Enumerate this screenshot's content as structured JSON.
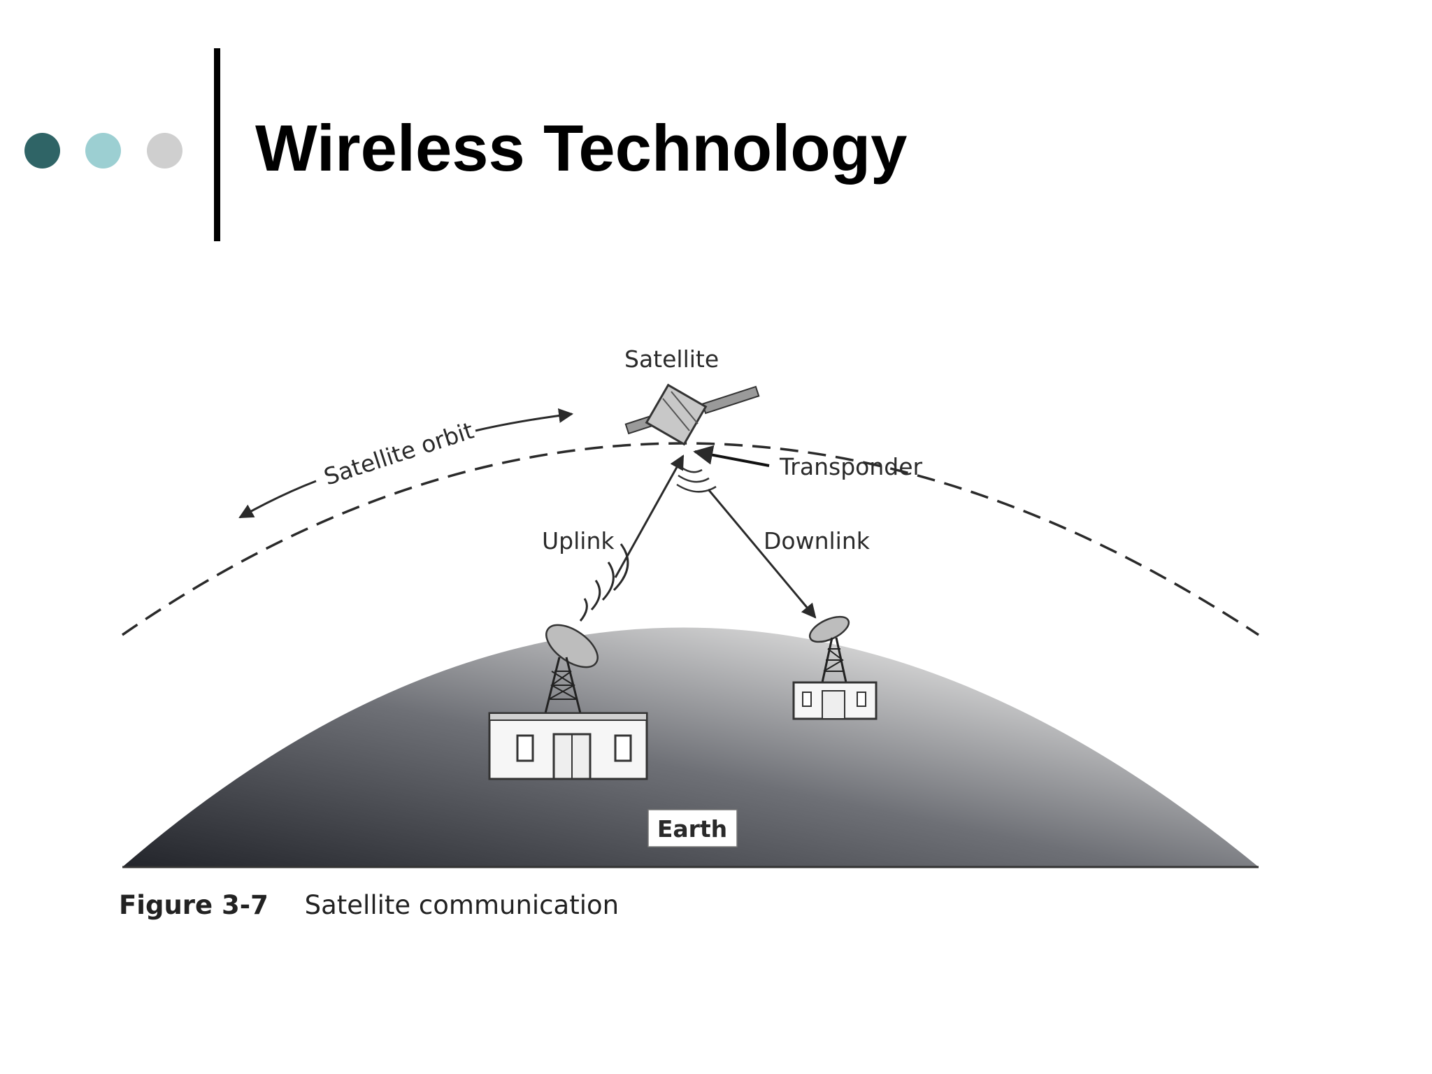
{
  "slide": {
    "title": "Wireless Technology",
    "bullet_colors": [
      "#2f6466",
      "#9ccfd2",
      "#cfcfcf"
    ]
  },
  "diagram": {
    "satellite_label": "Satellite",
    "orbit_label": "Satellite orbit",
    "transponder_label": "Transponder",
    "uplink_label": "Uplink",
    "downlink_label": "Downlink",
    "earth_label": "Earth"
  },
  "figure": {
    "number": "Figure 3-7",
    "caption": "Satellite communication"
  }
}
